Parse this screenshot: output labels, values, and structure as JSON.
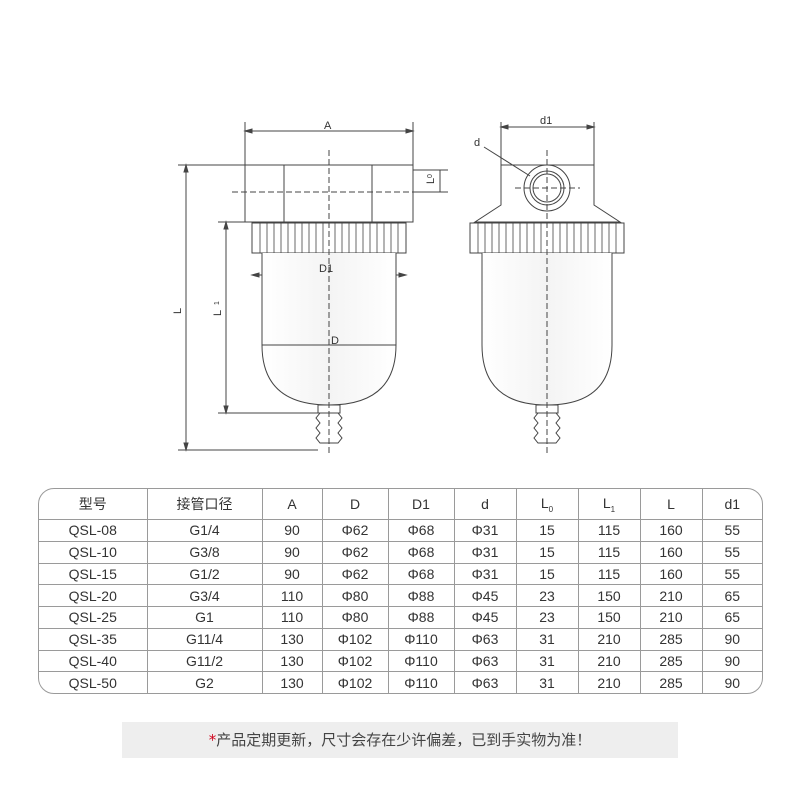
{
  "drawing": {
    "front_labels": {
      "A": "A",
      "L0": "L",
      "L0_sub": "0",
      "L": "L",
      "L1": "L",
      "L1_sub": "1",
      "D1": "D1",
      "D": "D"
    },
    "side_labels": {
      "d1": "d1",
      "d": "d"
    }
  },
  "table": {
    "headers": [
      "型号",
      "接管口径",
      "A",
      "D",
      "D1",
      "d",
      "L",
      "L",
      "L",
      "d1"
    ],
    "header_subs": [
      "",
      "",
      "",
      "",
      "",
      "",
      "0",
      "1",
      "",
      ""
    ],
    "rows": [
      [
        "QSL-08",
        "G1/4",
        "90",
        "Φ62",
        "Φ68",
        "Φ31",
        "15",
        "115",
        "160",
        "55"
      ],
      [
        "QSL-10",
        "G3/8",
        "90",
        "Φ62",
        "Φ68",
        "Φ31",
        "15",
        "115",
        "160",
        "55"
      ],
      [
        "QSL-15",
        "G1/2",
        "90",
        "Φ62",
        "Φ68",
        "Φ31",
        "15",
        "115",
        "160",
        "55"
      ],
      [
        "QSL-20",
        "G3/4",
        "110",
        "Φ80",
        "Φ88",
        "Φ45",
        "23",
        "150",
        "210",
        "65"
      ],
      [
        "QSL-25",
        "G1",
        "110",
        "Φ80",
        "Φ88",
        "Φ45",
        "23",
        "150",
        "210",
        "65"
      ],
      [
        "QSL-35",
        "G11/4",
        "130",
        "Φ102",
        "Φ110",
        "Φ63",
        "31",
        "210",
        "285",
        "90"
      ],
      [
        "QSL-40",
        "G11/2",
        "130",
        "Φ102",
        "Φ110",
        "Φ63",
        "31",
        "210",
        "285",
        "90"
      ],
      [
        "QSL-50",
        "G2",
        "130",
        "Φ102",
        "Φ110",
        "Φ63",
        "31",
        "210",
        "285",
        "90"
      ]
    ]
  },
  "note": {
    "star": "*",
    "text": "产品定期更新，尺寸会存在少许偏差，已到手实物为准！"
  }
}
